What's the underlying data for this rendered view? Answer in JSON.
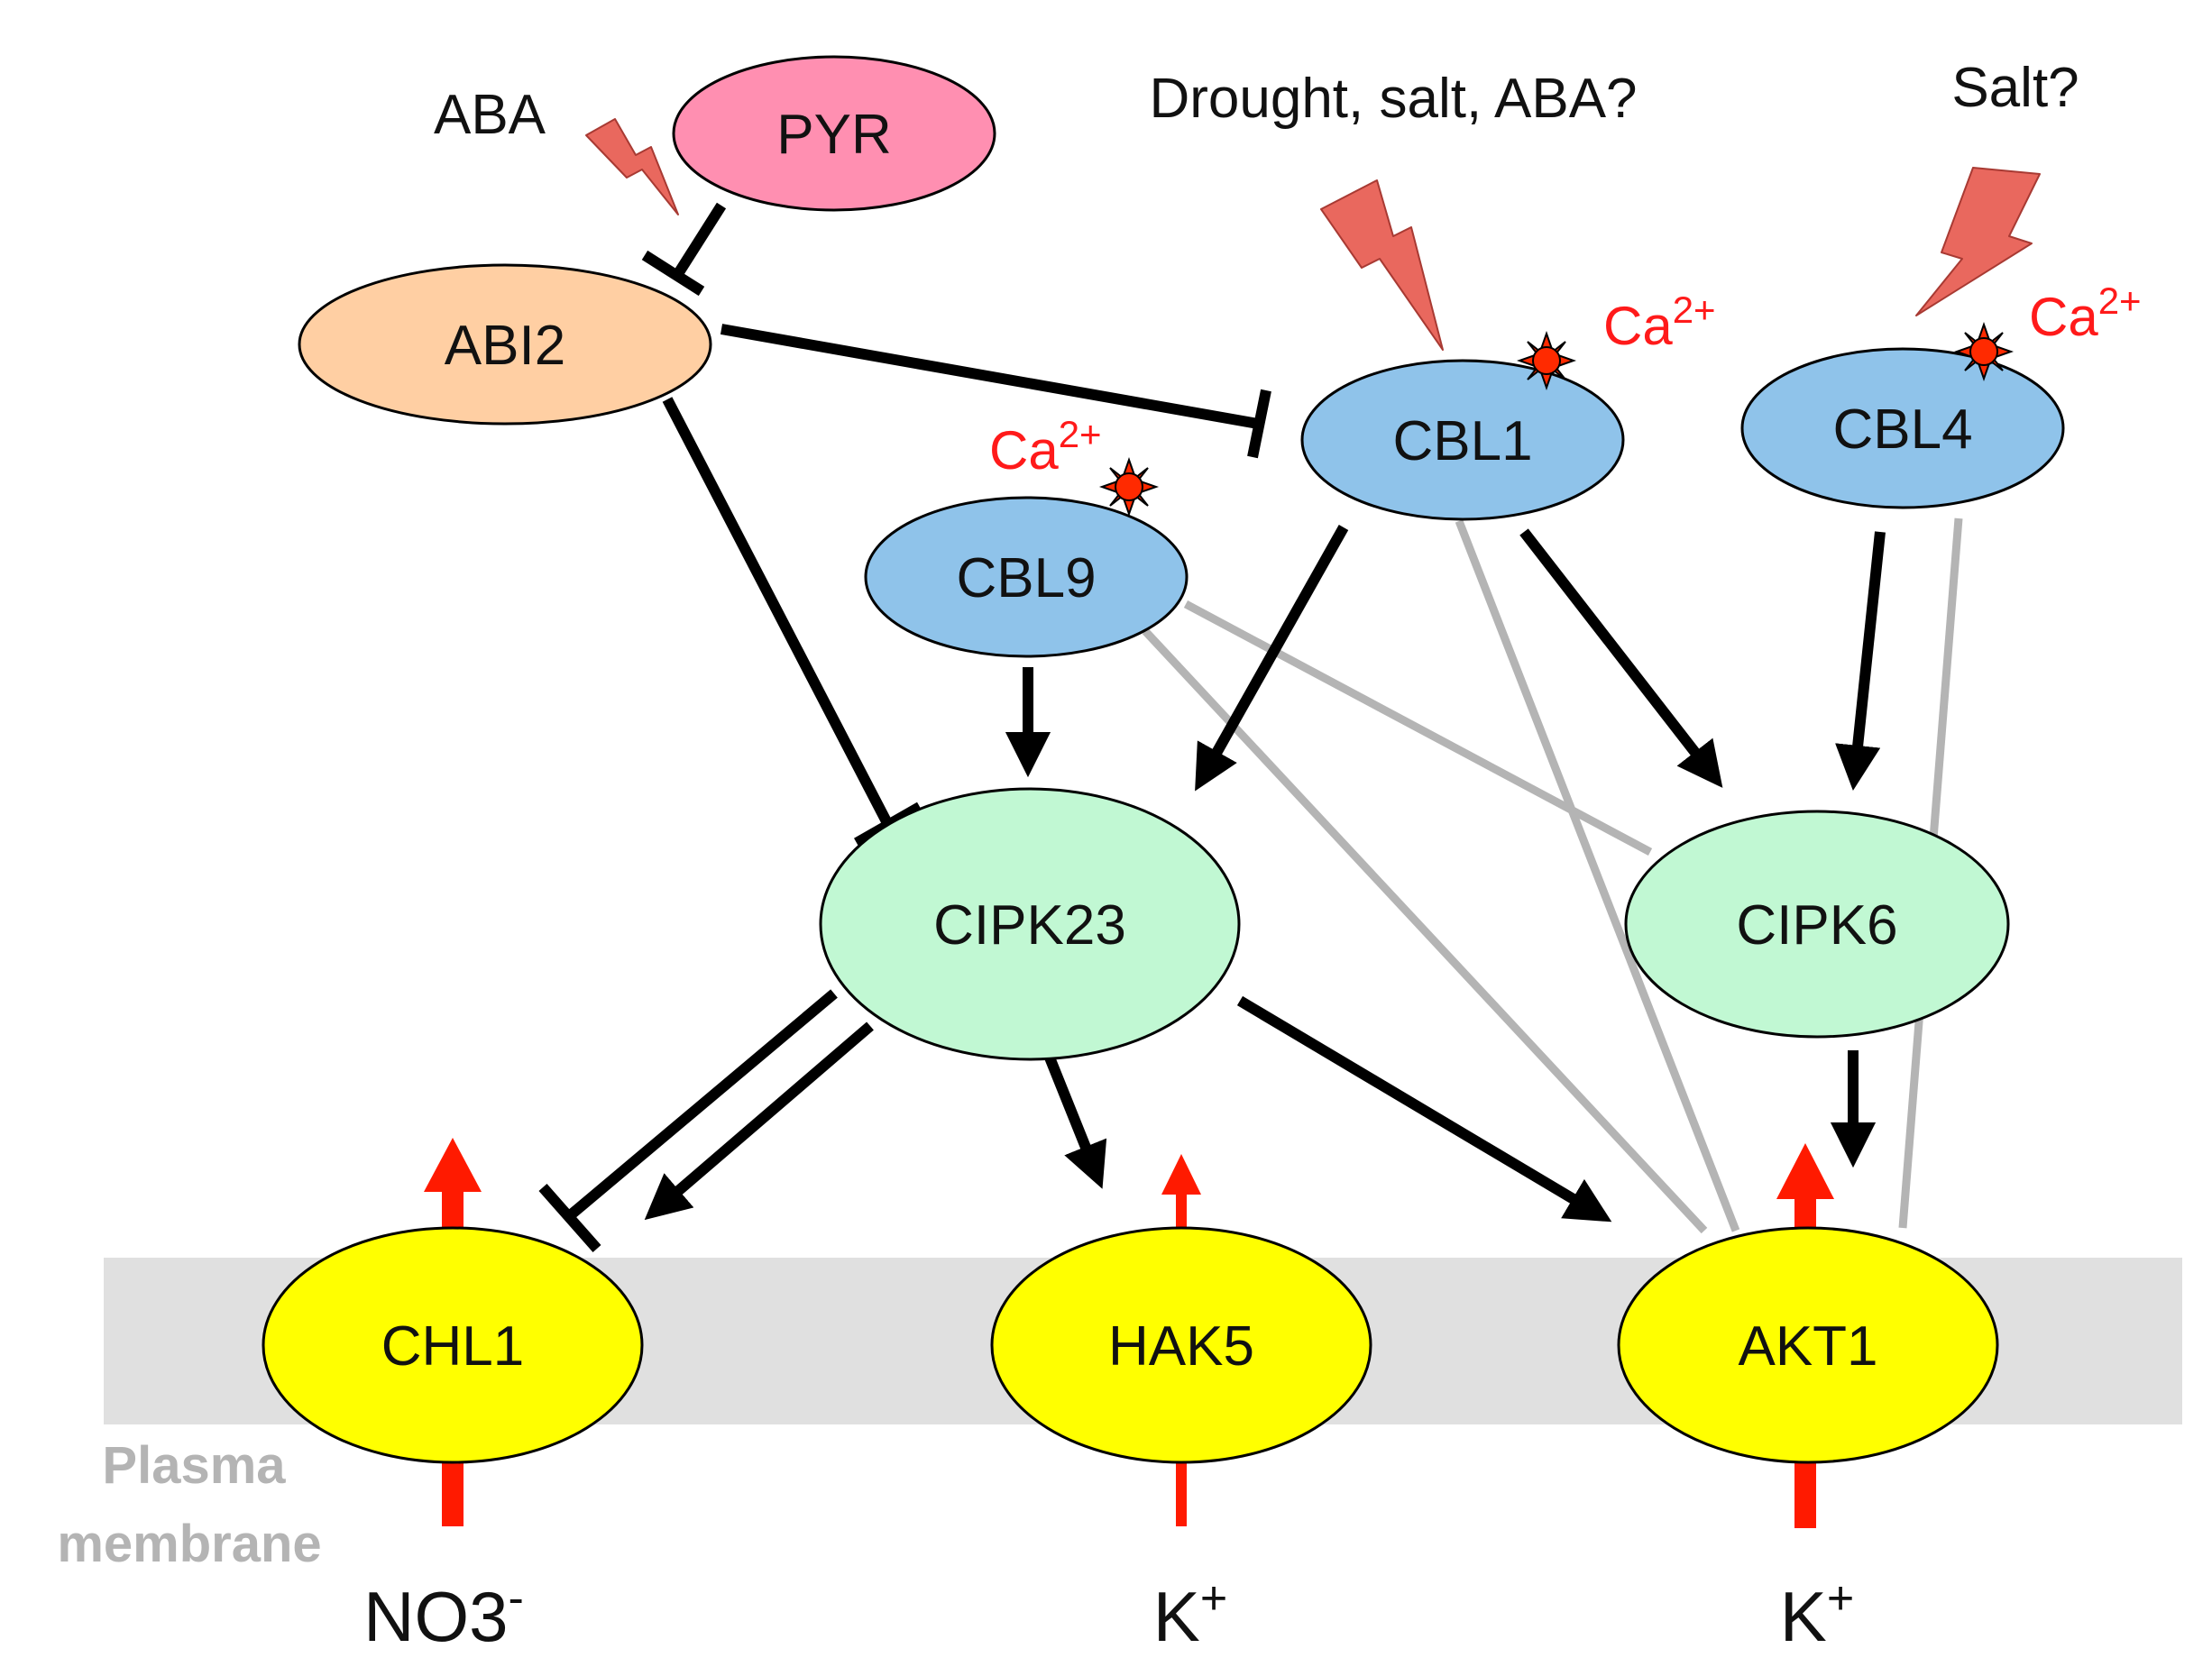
{
  "nodes": {
    "pyr": "PYR",
    "abi2": "ABI2",
    "cbl1": "CBL1",
    "cbl4": "CBL4",
    "cbl9": "CBL9",
    "cipk23": "CIPK23",
    "cipk6": "CIPK6",
    "chl1": "CHL1",
    "hak5": "HAK5",
    "akt1": "AKT1"
  },
  "stimuli": {
    "aba": "ABA",
    "drought": "Drought, salt, ABA?",
    "salt": "Salt?"
  },
  "calcium": {
    "base": "Ca",
    "charge": "2+"
  },
  "ions": {
    "no3_base": "NO3",
    "no3_charge": "-",
    "k_base": "K",
    "k_charge": "+"
  },
  "membrane": {
    "line1": "Plasma",
    "line2": "membrane"
  },
  "colors": {
    "pyr": "#ff8fb1",
    "abi2": "#ffcfa3",
    "cbl": "#8fc3ea",
    "cipk": "#c1f8d3",
    "transporter": "#ffff00",
    "membrane": "#e0e0e0",
    "activation": "#000000",
    "interaction": "#b4b4b4",
    "flux": "#ff1a00",
    "bolt": "#e9685e",
    "calcium": "#ff1a1a"
  }
}
